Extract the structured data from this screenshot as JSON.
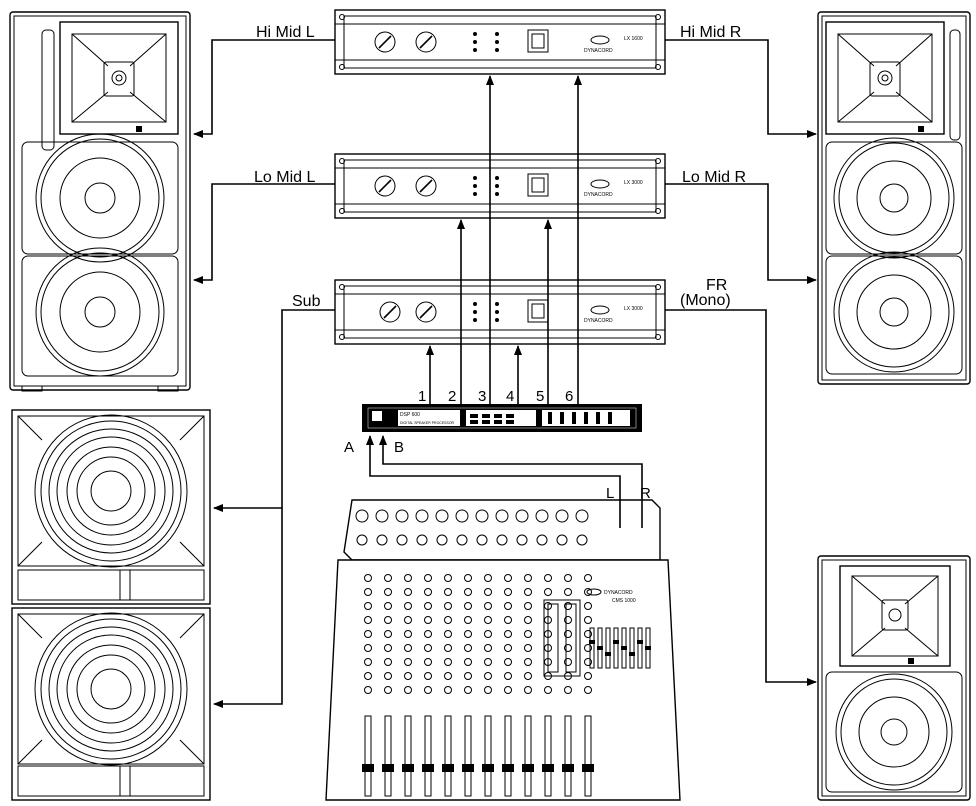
{
  "labels": {
    "hi_mid_l": "Hi Mid L",
    "hi_mid_r": "Hi Mid R",
    "lo_mid_l": "Lo Mid L",
    "lo_mid_r": "Lo Mid R",
    "sub": "Sub",
    "fr": "FR",
    "fr_mono": "(Mono)",
    "out1": "1",
    "out2": "2",
    "out3": "3",
    "out4": "4",
    "out5": "5",
    "out6": "6",
    "in_a": "A",
    "in_b": "B",
    "mix_l": "L",
    "mix_r": "R"
  },
  "amps": {
    "top_model": "LX 1600",
    "mid_model": "LX 3000",
    "bottom_model": "LX 3000",
    "brand": "DYNACORD"
  },
  "processor": {
    "name": "DSP 600",
    "subtitle": "DIGITAL SPEAKER PROCESSOR"
  },
  "mixer": {
    "brand": "DYNACORD",
    "model": "CMS 1000"
  },
  "icons": [
    "two-way-speaker-icon",
    "subwoofer-icon",
    "power-amplifier-icon",
    "speaker-processor-icon",
    "mixing-console-icon",
    "arrow-icon"
  ]
}
